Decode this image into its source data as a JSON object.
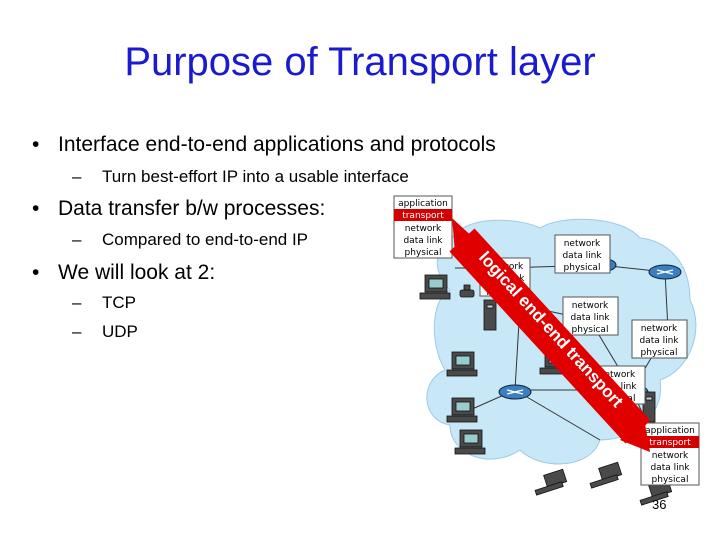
{
  "slide": {
    "title": "Purpose of Transport layer",
    "bullets": [
      {
        "text": "Interface end-to-end applications and protocols",
        "subs": [
          "Turn best-effort IP into a usable interface"
        ]
      },
      {
        "text": "Data transfer b/w processes:",
        "subs": [
          "Compared to end-to-end IP"
        ]
      },
      {
        "text": "We will look at 2:",
        "subs": [
          "TCP",
          "UDP"
        ]
      }
    ],
    "bullet_char": "•",
    "dash_char": "–",
    "page_number": "36"
  },
  "diagram": {
    "full_stack": [
      "application",
      "transport",
      "network",
      "data link",
      "physical"
    ],
    "router_stack": [
      "network",
      "data link",
      "physical"
    ],
    "logical_label": "logical end-end transport",
    "colors": {
      "title": "#1a1ad0",
      "transport_fill": "#d40000",
      "arrow": "#e00000",
      "cloud": "#c8e8f8"
    }
  }
}
